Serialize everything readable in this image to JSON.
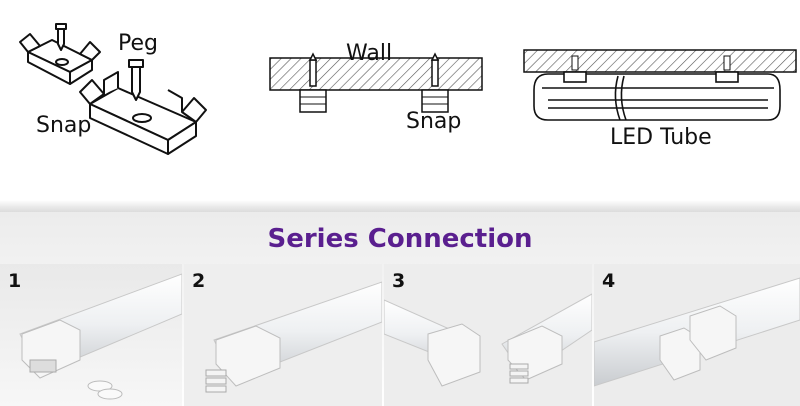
{
  "diagrams": {
    "snap_peg": {
      "peg_label": "Peg",
      "snap_label": "Snap"
    },
    "wall_mount": {
      "wall_label": "Wall",
      "snap_label": "Snap"
    },
    "tube_mount": {
      "tube_label": "LED Tube"
    }
  },
  "heading": "Series Connection",
  "steps": [
    {
      "number": "1"
    },
    {
      "number": "2"
    },
    {
      "number": "3"
    },
    {
      "number": "4"
    }
  ],
  "colors": {
    "heading": "#5a1f8f"
  }
}
